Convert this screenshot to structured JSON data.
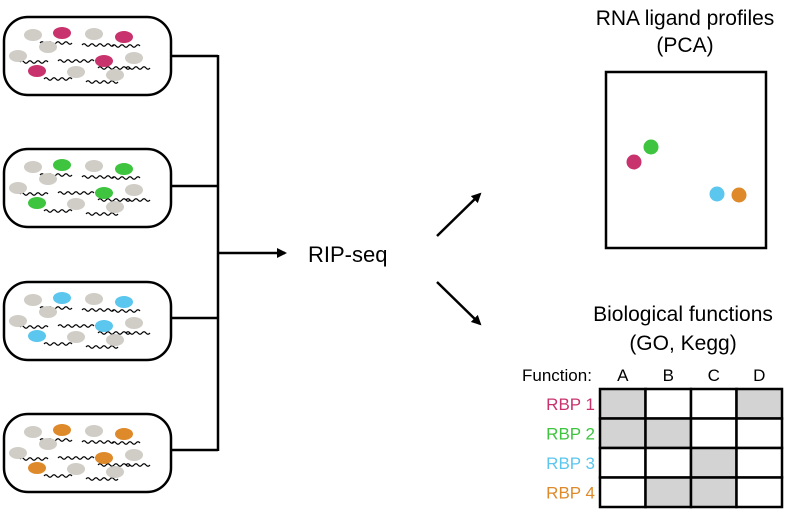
{
  "central_label": "RIP-seq",
  "pca": {
    "title_line1": "RNA ligand profiles",
    "title_line2": "(PCA)",
    "points": [
      {
        "color": "#c8336e"
      },
      {
        "color": "#3ec43e"
      },
      {
        "color": "#5bc6ee"
      },
      {
        "color": "#de8a2a"
      }
    ]
  },
  "functions": {
    "title_line1": "Biological functions",
    "title_line2": "(GO, Kegg)",
    "header_label": "Function:",
    "columns": [
      "A",
      "B",
      "C",
      "D"
    ],
    "rows": [
      {
        "label": "RBP 1",
        "color": "#c8336e",
        "cells": [
          1,
          0,
          0,
          1
        ]
      },
      {
        "label": "RBP 2",
        "color": "#3ec43e",
        "cells": [
          1,
          1,
          0,
          0
        ]
      },
      {
        "label": "RBP 3",
        "color": "#5bc6ee",
        "cells": [
          0,
          0,
          1,
          0
        ]
      },
      {
        "label": "RBP 4",
        "color": "#de8a2a",
        "cells": [
          0,
          1,
          1,
          0
        ]
      }
    ],
    "filled_color": "#d3d3d3"
  },
  "cells": [
    {
      "highlight_color": "#c8336e"
    },
    {
      "highlight_color": "#3ec43e"
    },
    {
      "highlight_color": "#5bc6ee"
    },
    {
      "highlight_color": "#de8a2a"
    }
  ],
  "neutral_color": "#d0ccc6"
}
